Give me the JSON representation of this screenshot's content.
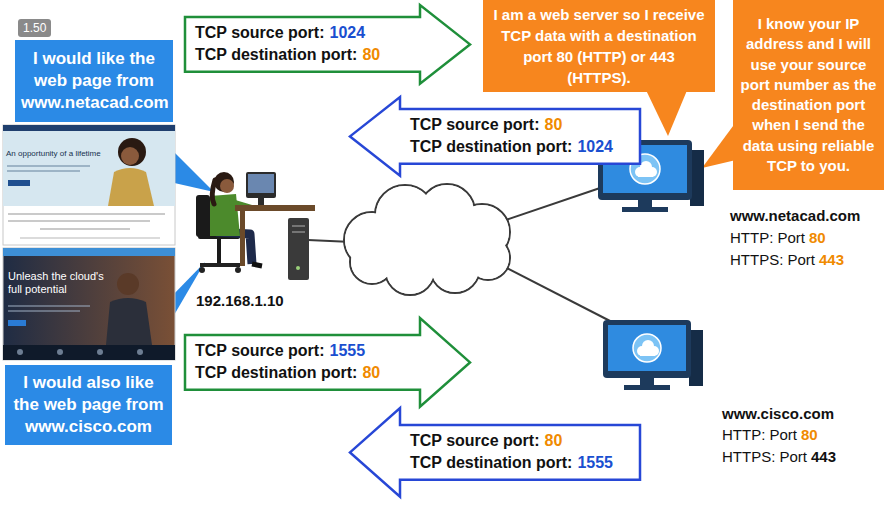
{
  "diagram": {
    "nodes": [
      {
        "text": [
          "I would like the web page from www.netacad.com"
        ]
      },
      {
        "text": [
          "TCP source port:",
          "1024",
          "TCP destination port:",
          "80"
        ]
      },
      {
        "text": [
          "I am a web server so I receive TCP data with a destination port 80 (HTTP) or 443 (HTTPS)."
        ]
      },
      {
        "text": [
          "I know your IP address and I will use your source port number as the destination port when I send the data using reliable TCP to you."
        ]
      },
      {
        "text": [
          "TCP source port:",
          "80",
          "TCP destination port:",
          "1024"
        ]
      },
      {
        "text": [
          "TCP source port:",
          "1555",
          "TCP destination port:",
          "80"
        ]
      },
      {
        "text": [
          "I would also like the web page from www.cisco.com"
        ]
      },
      {
        "text": [
          "TCP source port:",
          "80",
          "TCP destination port:",
          "1555"
        ]
      }
    ],
    "labels": [
      "1.50",
      "An opportunity of a lifetime",
      "Unleash the cloud's full potential",
      "192.168.1.10",
      "www.netacad.com",
      "HTTP: Port",
      "80",
      "HTTPS: Port",
      "443",
      "www.cisco.com",
      "HTTP: Port",
      "80",
      "HTTPS: Port",
      "443"
    ]
  }
}
